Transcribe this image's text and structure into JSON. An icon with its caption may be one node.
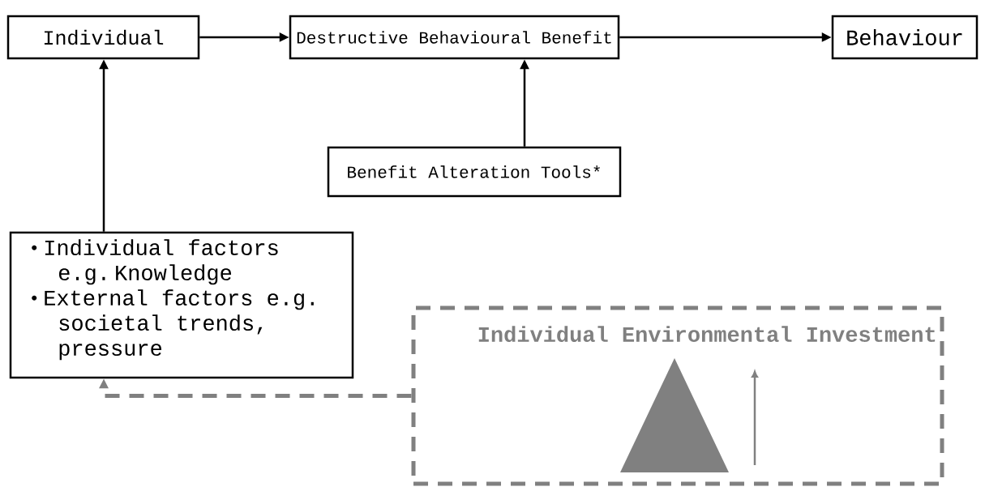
{
  "diagram": {
    "nodes": [
      {
        "text": [
          "Individual"
        ]
      },
      {
        "text": [
          "Destructive Behavioural Benefit"
        ]
      },
      {
        "text": [
          "Behaviour"
        ]
      },
      {
        "text": [
          "Benefit Alteration Tools*"
        ]
      },
      {
        "text": [
          "Individual factors e.g. Knowledge",
          "External factors e.g. societal trends, pressure"
        ]
      },
      {
        "text": [
          "Individual Environmental Investment"
        ]
      },
      {
        "text": [],
        "shape": "triangle",
        "in": 5
      }
    ],
    "edges": [
      {
        "from": 0,
        "to": 1,
        "arrow": "to"
      },
      {
        "from": 1,
        "to": 2,
        "arrow": "to"
      },
      {
        "from": 3,
        "to": 1,
        "arrow": "to"
      },
      {
        "from": 4,
        "to": 0,
        "arrow": "to"
      },
      {
        "from": 5,
        "to": 4,
        "arrow": "to",
        "style": "dashed",
        "color": "#808080"
      }
    ]
  }
}
